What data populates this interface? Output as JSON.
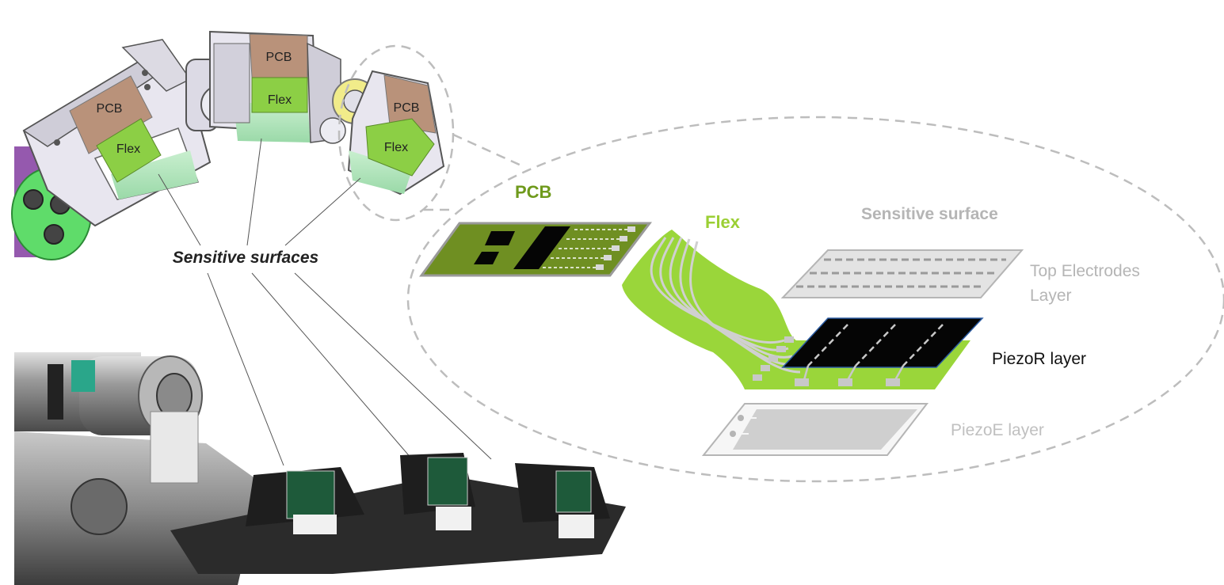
{
  "finger": {
    "pcb_label": "PCB",
    "flex_label": "Flex",
    "sensitive_surfaces": "Sensitive surfaces"
  },
  "exploded": {
    "pcb_title": "PCB",
    "flex_title": "Flex",
    "sensitive_surface_title": "Sensitive surface",
    "top_electrodes_line1": "Top Electrodes",
    "top_electrodes_line2": "Layer",
    "piezor_layer": "PiezoR layer",
    "piezoe_layer": "PiezoE layer"
  },
  "colors": {
    "pcb_board": "#6f8f22",
    "pcb_tan": "#b9927a",
    "flex_green": "#8ccf45",
    "flex_bright": "#9ad63a",
    "pcb_title": "#6f9a1c",
    "flex_title": "#9bcf34",
    "gray_text": "#b5b5b5",
    "dashed": "#bdbdbd",
    "piezor_black": "#050505"
  }
}
